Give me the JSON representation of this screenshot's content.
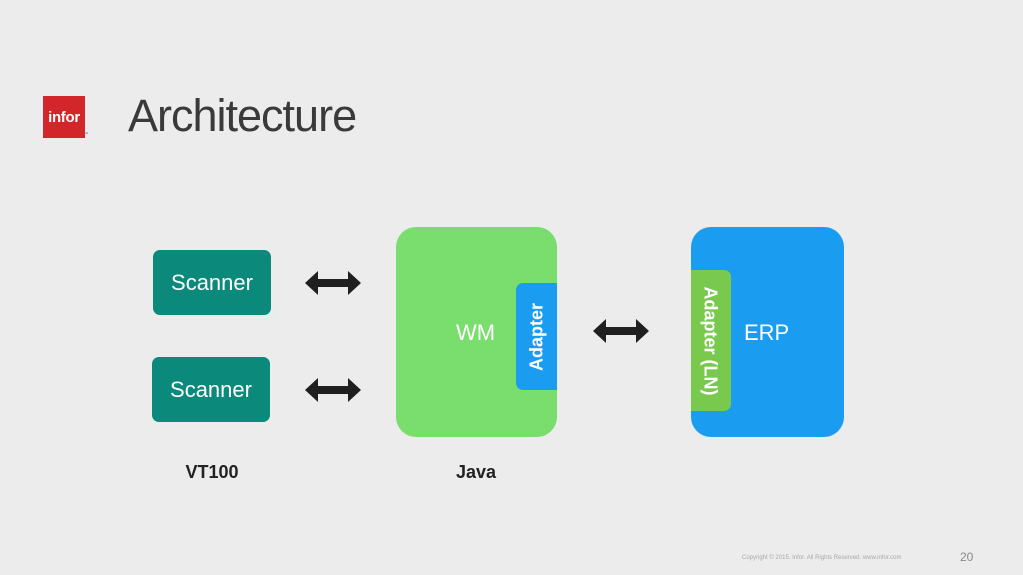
{
  "logo": {
    "text": "infor",
    "tm": "™",
    "color": "#d2262b"
  },
  "title": "Architecture",
  "nodes": {
    "scanner_1": "Scanner",
    "scanner_2": "Scanner",
    "wm": "WM",
    "wm_adapter": "Adapter",
    "erp": "ERP",
    "erp_adapter": "Adapter (LN)"
  },
  "captions": {
    "vt100": "VT100",
    "java": "Java"
  },
  "colors": {
    "scanner": "#0b8a7c",
    "wm": "#79de6d",
    "erp": "#1a9df0",
    "adapter_wm": "#1a9df0",
    "adapter_ln": "#79c94f",
    "arrow": "#1f1f1f"
  },
  "footer": {
    "copyright": "Copyright © 2015. Infor. All Rights Reserved. www.infor.com",
    "page_number": "20"
  }
}
